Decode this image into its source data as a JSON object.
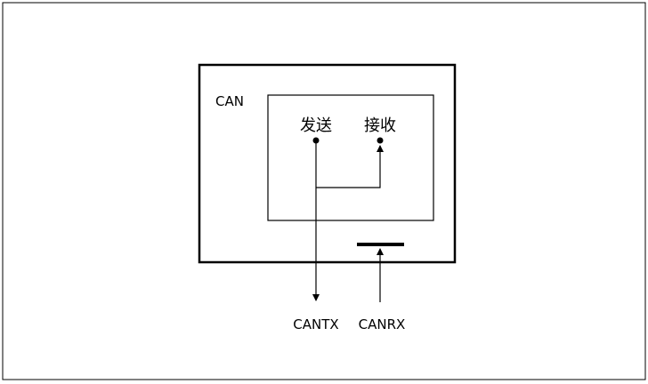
{
  "diagram": {
    "outer_label": "CAN",
    "tx_label": "发送",
    "rx_label": "接收",
    "pin_tx_label": "CANTX",
    "pin_rx_label": "CANRX"
  },
  "colors": {
    "line": "#000000",
    "background": "#ffffff"
  }
}
